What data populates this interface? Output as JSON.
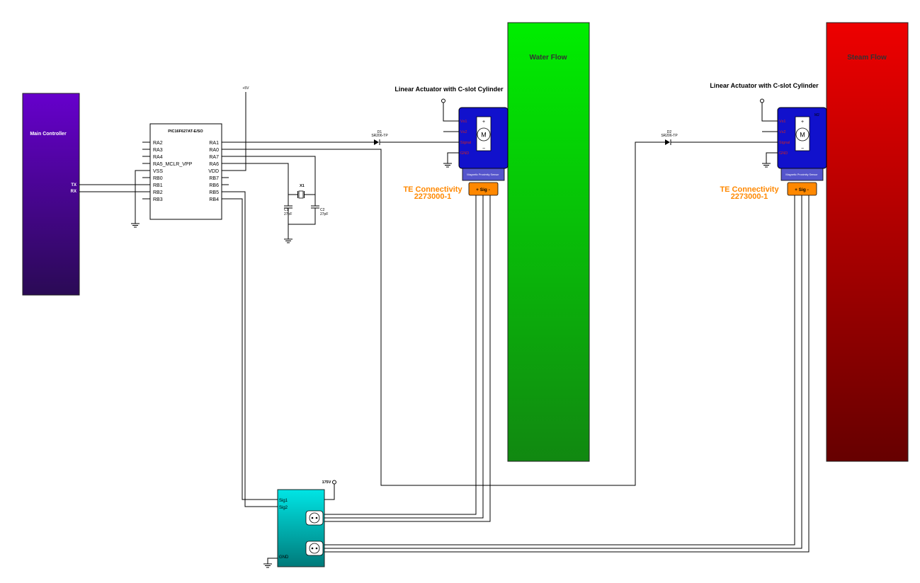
{
  "main_controller": {
    "label": "Main Controller",
    "tx": "TX",
    "rx": "RX",
    "color_top": "#6600cc",
    "color_bottom": "#2a0a55"
  },
  "mcu": {
    "part": "PIC16F627AT-E/SO",
    "left_pins": [
      "RA2",
      "RA3",
      "RA4",
      "RA5_MCLR_VPP",
      "VSS",
      "RB0",
      "RB1",
      "RB2",
      "RB3"
    ],
    "right_pins": [
      "RA1",
      "RA0",
      "RA7",
      "RA6",
      "VDD",
      "RB7",
      "RB6",
      "RB5",
      "RB4"
    ]
  },
  "power": {
    "vcc": "+5V",
    "hv": "175V"
  },
  "crystal": {
    "ref": "X1"
  },
  "caps": [
    {
      "ref": "C1",
      "value": "27pF"
    },
    {
      "ref": "C2",
      "value": "27pF"
    }
  ],
  "diodes": [
    {
      "ref": "D1",
      "part": "SR206-TP"
    },
    {
      "ref": "D2",
      "part": "SR206-TP"
    }
  ],
  "actuators": [
    {
      "title": "Linear Actuator with C-slot Cylinder",
      "pins": [
        "Vs1",
        "Vs2",
        "Signal",
        "GND"
      ],
      "sensor": "Magnetic Proximity Sensor",
      "connector_label": "+ Sig -",
      "mfr": "TE Connectivity",
      "part": "2273000-1",
      "extra": ""
    },
    {
      "title": "Linear Actuator with C-slot Cylinder",
      "pins": [
        "Vs1",
        "Vs2",
        "Signal",
        "GND"
      ],
      "sensor": "Magnetic Proximity Sensor",
      "connector_label": "+ Sig -",
      "mfr": "TE Connectivity",
      "part": "2273000-1",
      "extra": "M2"
    }
  ],
  "flows": [
    {
      "label": "Water Flow",
      "color_top": "#00ee00",
      "color_bottom": "#118811"
    },
    {
      "label": "Steam Flow",
      "color_top": "#ee0000",
      "color_bottom": "#660000"
    }
  ],
  "driver": {
    "pins": [
      "Sig1",
      "Sig2",
      "GND"
    ],
    "color_top": "#00e5e5",
    "color_bottom": "#007a7a"
  },
  "colors": {
    "accent_orange": "#ff8800",
    "actuator_blue": "#1111cc",
    "sensor_band": "#5555cc",
    "motor_bg": "#ffffff"
  }
}
